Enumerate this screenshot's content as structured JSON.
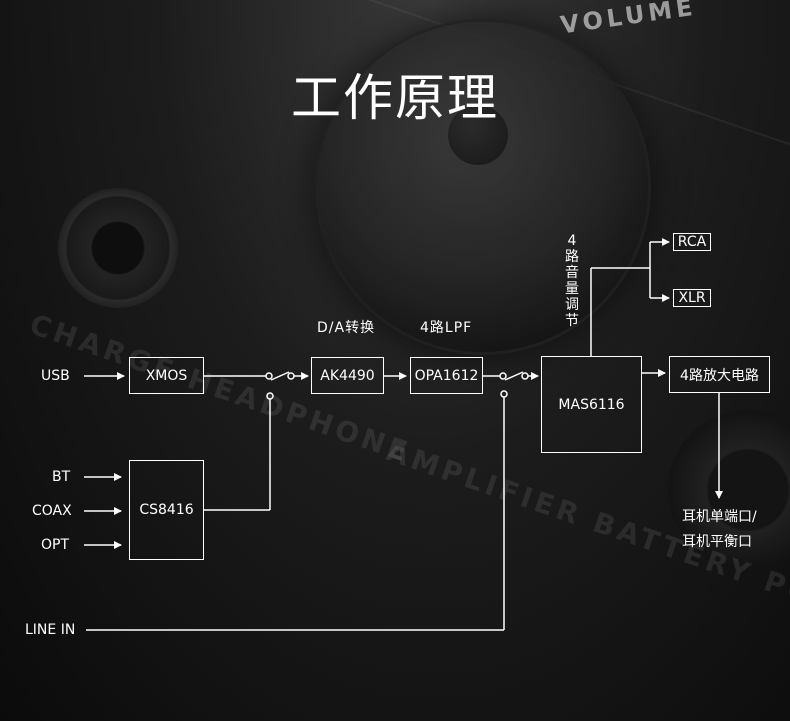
{
  "title": "工作原理",
  "background": {
    "volume_text": "VOLUME",
    "ghost_text_1": "CHARGE HEADPHONE",
    "ghost_text_2": "AMPLIFIER BATTERY POWERED HD"
  },
  "inputs": {
    "usb": "USB",
    "bt": "BT",
    "coax": "COAX",
    "opt": "OPT",
    "line_in": "LINE IN"
  },
  "blocks": {
    "xmos": "XMOS",
    "cs8416": "CS8416",
    "ak4490": "AK4490",
    "opa1612": "OPA1612",
    "mas6116": "MAS6116",
    "amp": "4路放大电路"
  },
  "captions": {
    "da": "D/A转换",
    "lpf": "4路LPF",
    "volume": "4路音量调节"
  },
  "outputs": {
    "rca": "RCA",
    "xlr": "XLR",
    "headphone_line1": "耳机单端口/",
    "headphone_line2": "耳机平衡口"
  },
  "colors": {
    "line": "#ffffff",
    "text": "#ffffff"
  }
}
